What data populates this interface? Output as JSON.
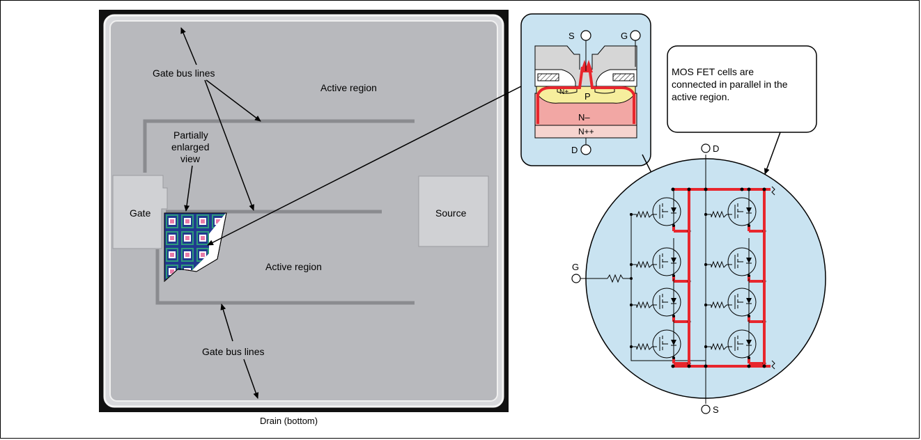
{
  "chip": {
    "gate_label": "Gate",
    "source_label": "Source",
    "drain_caption": "Drain (bottom)",
    "gate_bus_top": "Gate bus lines",
    "gate_bus_bottom": "Gate bus lines",
    "active_region_top": "Active region",
    "active_region_bottom": "Active region",
    "partial_view_line1": "Partially",
    "partial_view_line2": "enlarged",
    "partial_view_line3": "view"
  },
  "cross_section": {
    "s": "S",
    "g": "G",
    "d": "D",
    "n_plus": "N+",
    "p": "P",
    "n_minus": "N–",
    "n_plus_plus": "N++"
  },
  "callout": {
    "line1": "MOS FET cells are",
    "line2": "connected in parallel in the",
    "line3": "active region."
  },
  "circuit": {
    "d": "D",
    "g": "G",
    "s": "S"
  },
  "colors": {
    "chip_outer": "#111111",
    "chip_body": "#b8b9bd",
    "bus_line": "#8a8b8f",
    "pad": "#d0d1d4",
    "light_blue": "#c9e3f1",
    "highlight_red": "#e8262d",
    "p_region": "#f6ee9d",
    "n_minus": "#f2a7a4",
    "n_plus_plus": "#f6d4cf",
    "cell_blue": "#213a8f",
    "cell_green": "#2e9b7b",
    "cell_pink": "#e87aa8"
  }
}
